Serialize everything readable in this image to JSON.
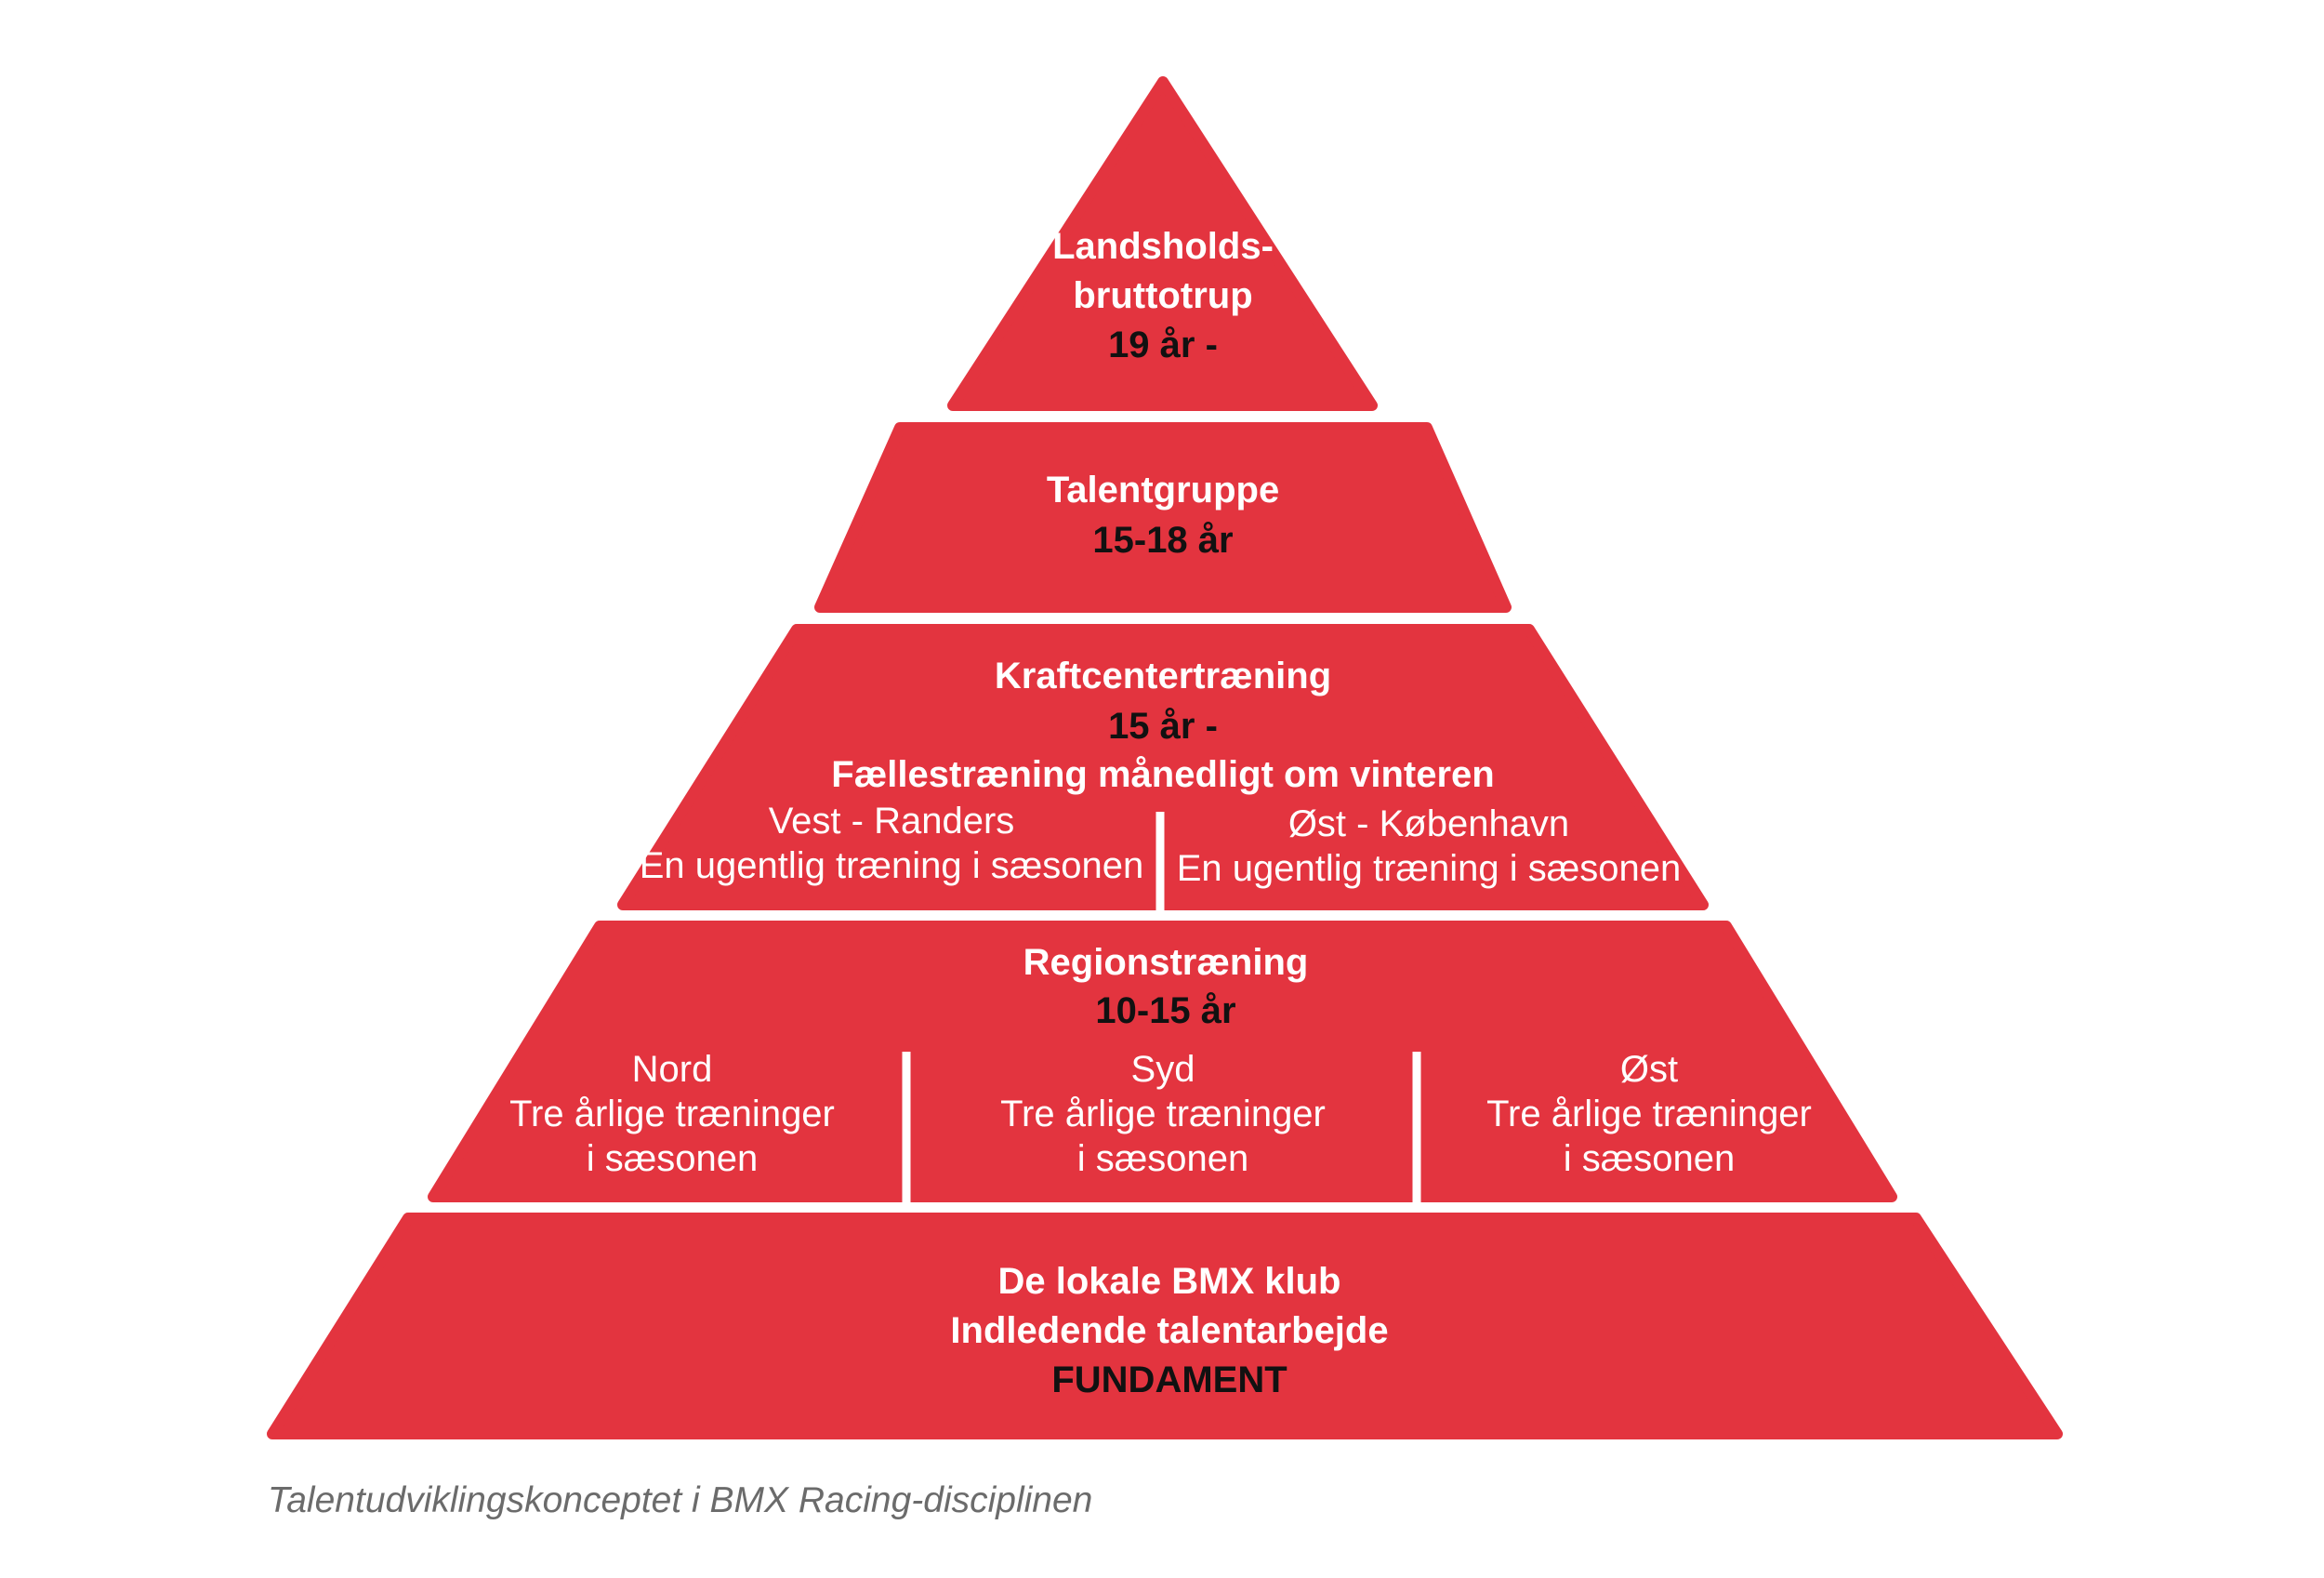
{
  "colors": {
    "tier_fill": "#e3343f",
    "divider": "#ffffff",
    "text_light": "#ffffff",
    "text_dark": "#111111",
    "caption": "#6b6b6b"
  },
  "tiers": {
    "top": {
      "line1": "Landsholds-",
      "line2": "bruttotrup",
      "line3": "19 år -"
    },
    "talent": {
      "line1": "Talentgruppe",
      "line2": "15-18 år"
    },
    "kraft": {
      "line1": "Kraftcentertræning",
      "line2": "15 år -",
      "line3": "Fællestræning månedligt om vinteren",
      "west_name": "Vest - Randers",
      "west_desc": "En ugentlig træning i sæsonen",
      "east_name": "Øst - København",
      "east_desc": "En ugentlig træning i sæsonen"
    },
    "region": {
      "line1": "Regionstræning",
      "line2": "10-15 år",
      "north_name": "Nord",
      "north_l1": "Tre årlige træninger",
      "north_l2": "i sæsonen",
      "south_name": "Syd",
      "south_l1": "Tre årlige træninger",
      "south_l2": "i sæsonen",
      "east_name": "Øst",
      "east_l1": "Tre årlige træninger",
      "east_l2": "i sæsonen"
    },
    "base": {
      "line1": "De lokale BMX klub",
      "line2": "Indledende talentarbejde",
      "line3": "FUNDAMENT"
    }
  },
  "caption": "Talentudviklingskonceptet i BMX Racing-disciplinen"
}
